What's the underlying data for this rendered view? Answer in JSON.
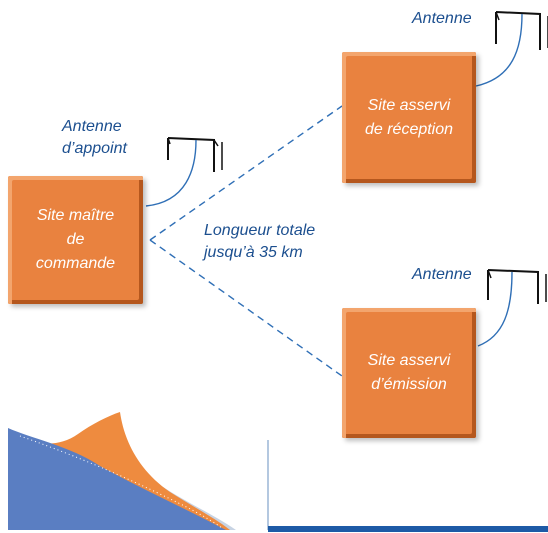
{
  "nodes": {
    "master": "Site maître\nde\ncommande",
    "receive": "Site asservi\nde réception",
    "transmit": "Site asservi\nd’émission"
  },
  "antennas": {
    "master": "Antenne\nd’appoint",
    "receive": "Antenne",
    "transmit": "Antenne"
  },
  "link_label": "Longueur totale\njusqu’à 35 km",
  "colors": {
    "box": "#e9823f",
    "text_blue": "#1c4f8f",
    "link": "#2f6fb6",
    "footer_blue": "#1d5aa6"
  }
}
